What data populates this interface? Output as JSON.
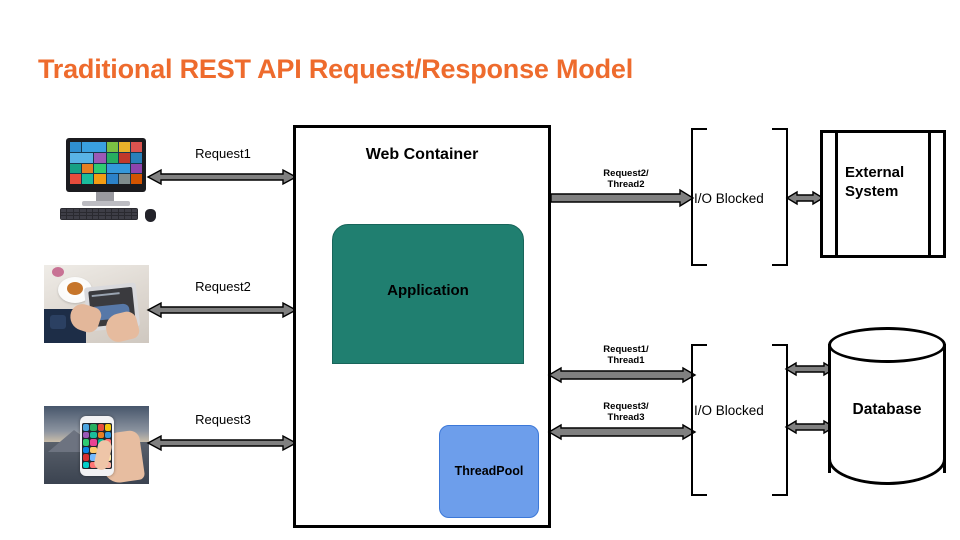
{
  "title": "Traditional REST API Request/Response Model",
  "colors": {
    "title": "#EE6B2D",
    "application_fill": "#207F70",
    "threadpool_fill": "#6D9EEB",
    "arrow_fill": "#808080",
    "outline": "#000000"
  },
  "clients": [
    {
      "name": "desktop-computer",
      "request_label": "Request1"
    },
    {
      "name": "tablet-user",
      "request_label": "Request2"
    },
    {
      "name": "smartphone-user",
      "request_label": "Request3"
    }
  ],
  "web_container": {
    "title": "Web Container",
    "application_label": "Application",
    "threadpool_label": "ThreadPool"
  },
  "backend_flows": [
    {
      "label_line1": "Request2/",
      "label_line2": "Thread2"
    },
    {
      "label_line1": "Request1/",
      "label_line2": "Thread1"
    },
    {
      "label_line1": "Request3/",
      "label_line2": "Thread3"
    }
  ],
  "io_blocked": {
    "upper_label": "I/O Blocked",
    "lower_label": "I/O Blocked"
  },
  "systems": {
    "external_system_line1": "External",
    "external_system_line2": "System",
    "database_label": "Database"
  }
}
